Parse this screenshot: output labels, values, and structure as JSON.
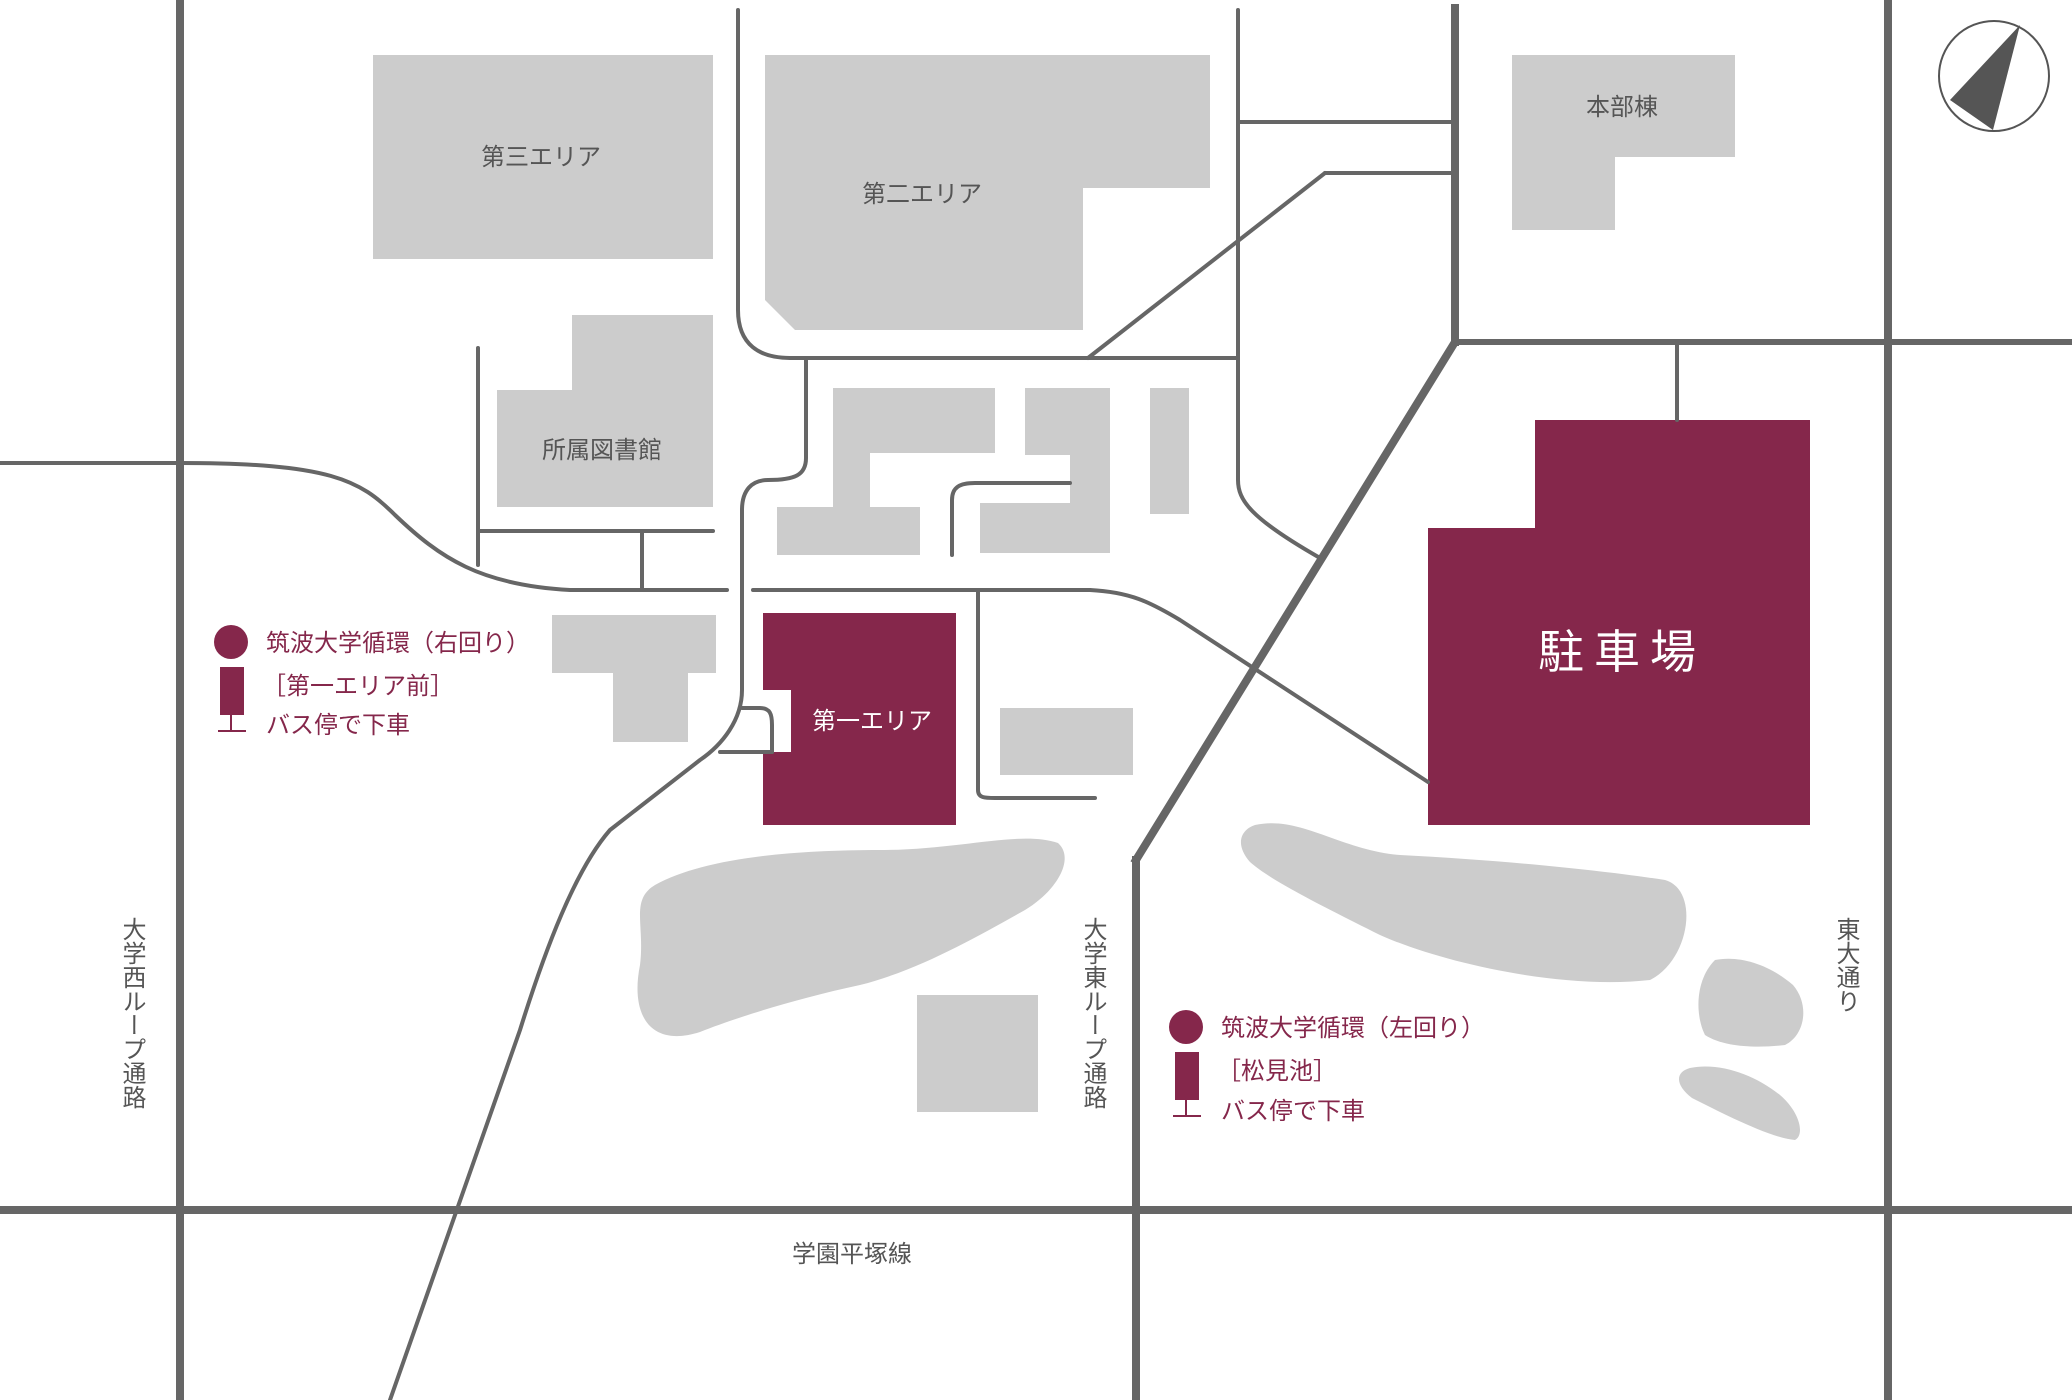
{
  "colors": {
    "accent": "#85274b",
    "building": "#cccccc",
    "road": "#666666",
    "background": "#ffffff"
  },
  "areas": {
    "area3": "第三エリア",
    "area2": "第二エリア",
    "honbu": "本部棟",
    "library": "所属図書館",
    "area1": "第一エリア",
    "parking": "駐車場"
  },
  "roads": {
    "west_loop": "大学西ループ通路",
    "east_loop": "大学東ループ通路",
    "east_ave": "東大通り",
    "gakuen": "学園平塚線"
  },
  "bus_stops": [
    {
      "route": "筑波大学循環（右回り）",
      "stop": "［第一エリア前］",
      "instruction": "バス停で下車"
    },
    {
      "route": "筑波大学循環（左回り）",
      "stop": "［松見池］",
      "instruction": "バス停で下車"
    }
  ],
  "icons": {
    "compass": "compass-icon",
    "bus_stop": "bus-stop-icon"
  }
}
